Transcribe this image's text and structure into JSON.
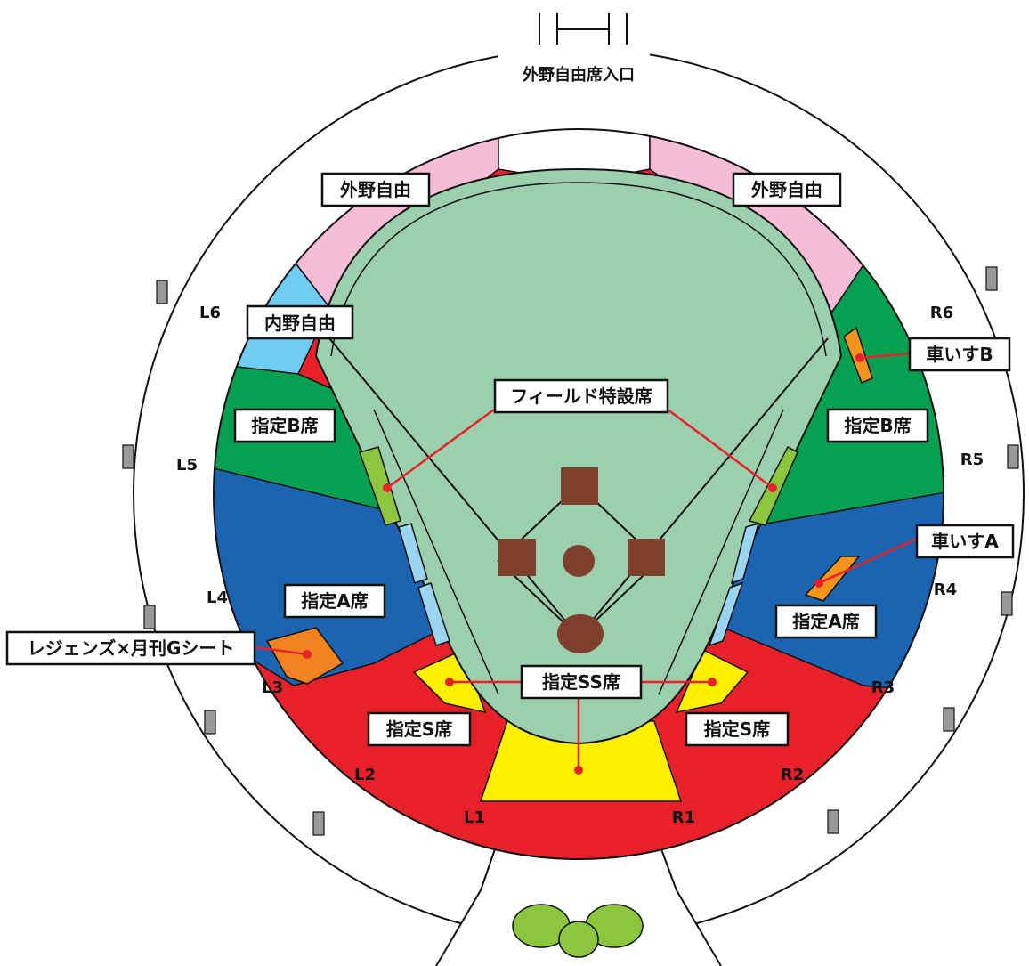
{
  "entrance": {
    "label": "外野自由席入口"
  },
  "gates": [
    "L6",
    "L5",
    "L4",
    "L3",
    "L2",
    "L1",
    "R1",
    "R2",
    "R3",
    "R4",
    "R5",
    "R6"
  ],
  "areas": {
    "outfield_free_left": "外野自由",
    "outfield_free_right": "外野自由",
    "infield_free": "内野自由",
    "field_special": "フィールド特設席",
    "reserved_b_left": "指定B席",
    "reserved_b_right": "指定B席",
    "reserved_a_left": "指定A席",
    "reserved_a_right": "指定A席",
    "reserved_s_left": "指定S席",
    "reserved_s_right": "指定S席",
    "reserved_ss": "指定SS席",
    "legends_seat": "レジェンズ×月刊Gシート",
    "wheelchair_a": "車いすA",
    "wheelchair_b": "車いすB"
  },
  "colors": {
    "outfield_free": "#f6bdd6",
    "infield_free": "#6fcdf3",
    "reserved_b": "#06a050",
    "reserved_a": "#1b64b2",
    "reserved_s": "#e8202a",
    "reserved_ss": "#fff000",
    "field": "#9ccfae",
    "field_special": "#8cc63f",
    "legends": "#f08220",
    "wheelchair": "#f7941d",
    "dirt": "#7f3f2d",
    "leader": "#e8202a"
  }
}
